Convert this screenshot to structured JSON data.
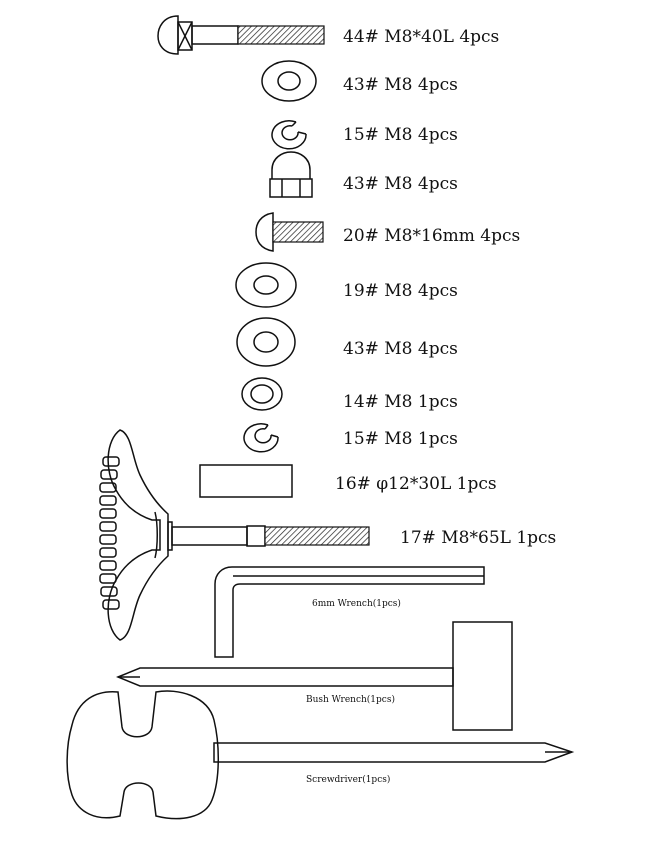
{
  "parts": [
    {
      "id": "carriage-bolt",
      "label": "44#  M8*40L 4pcs"
    },
    {
      "id": "flat-washer-large",
      "label": "43# M8 4pcs"
    },
    {
      "id": "spring-washer",
      "label": "15# M8 4pcs"
    },
    {
      "id": "cap-nut",
      "label": "43# M8 4pcs"
    },
    {
      "id": "button-bolt",
      "label": "20# M8*16mm 4pcs"
    },
    {
      "id": "flat-washer-19",
      "label": "19# M8 4pcs"
    },
    {
      "id": "flat-washer-43",
      "label": "43# M8 4pcs"
    },
    {
      "id": "flat-washer-14",
      "label": "14# M8 1pcs"
    },
    {
      "id": "spring-washer-15",
      "label": "15# M8 1pcs"
    },
    {
      "id": "spacer",
      "label": "16# φ12*30L 1pcs"
    },
    {
      "id": "knob-bolt",
      "label": "17# M8*65L 1pcs"
    }
  ],
  "tools": {
    "allen": "6mm Wrench(1pcs)",
    "wrench": "Bush Wrench(1pcs)",
    "screwdriver": "Screwdriver(1pcs)"
  }
}
